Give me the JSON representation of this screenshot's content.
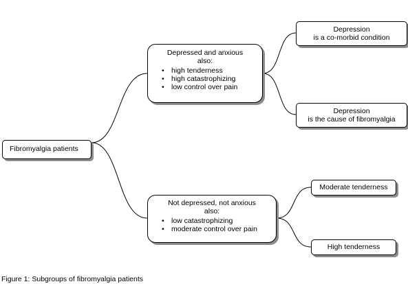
{
  "root": {
    "label": "Fibromyalgia patients"
  },
  "branch_depressed": {
    "title": "Depressed and anxious",
    "subtitle": "also:",
    "items": [
      "high tenderness",
      "high catastrophizing",
      "low control over pain"
    ]
  },
  "branch_not_depressed": {
    "title": "Not depressed, not anxious",
    "subtitle": "also:",
    "items": [
      "low catastrophizing",
      "moderate control over pain"
    ]
  },
  "outcomes": {
    "comorbid": {
      "line1": "Depression",
      "line2": "is a co-morbid condition"
    },
    "cause": {
      "line1": "Depression",
      "line2": "is the cause of fibromyalgia"
    },
    "moderate": {
      "label": "Moderate tenderness"
    },
    "high": {
      "label": "High tenderness"
    }
  },
  "caption": "Figure 1: Subgroups of fibromyalgia patients"
}
